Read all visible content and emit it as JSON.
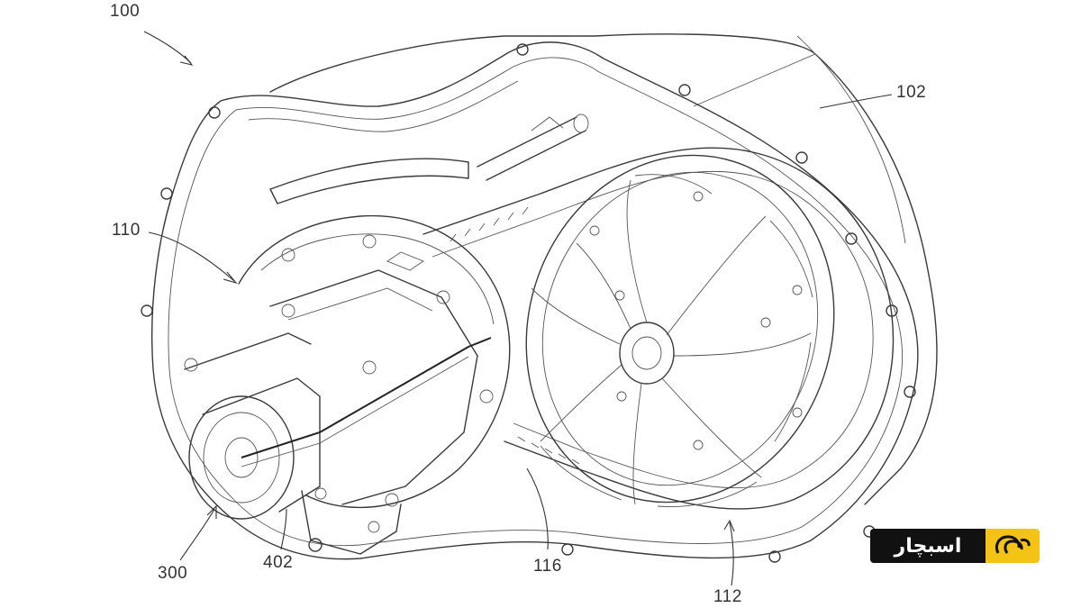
{
  "labels": {
    "r100": "100",
    "r102": "102",
    "r110": "110",
    "r112": "112",
    "r116": "116",
    "r300": "300",
    "r402": "402"
  },
  "watermark": {
    "text": "اسبچار",
    "accent": "#f3c316",
    "background": "#111111",
    "icon": "horseshoe-logo-icon"
  }
}
